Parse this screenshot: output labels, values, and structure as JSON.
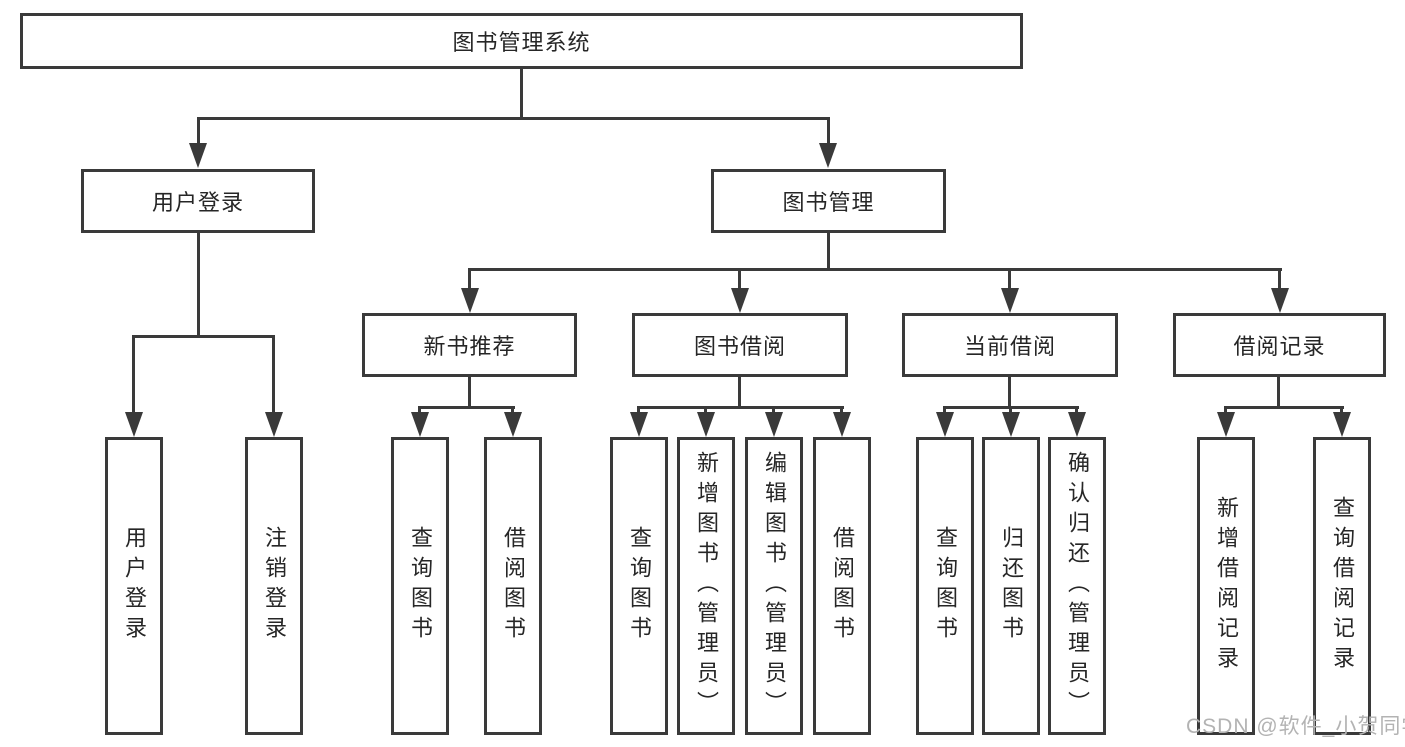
{
  "diagram_title": "图书管理系统",
  "colors": {
    "line": "#3a3a3a",
    "text": "#262626",
    "background": "#ffffff",
    "watermark": "#b3b3b3"
  },
  "tree": {
    "root": {
      "label": "图书管理系统",
      "children": [
        {
          "label": "用户登录",
          "children": [
            {
              "label": "用户登录"
            },
            {
              "label": "注销登录"
            }
          ]
        },
        {
          "label": "图书管理",
          "children": [
            {
              "label": "新书推荐",
              "children": [
                {
                  "label": "查询图书"
                },
                {
                  "label": "借阅图书"
                }
              ]
            },
            {
              "label": "图书借阅",
              "children": [
                {
                  "label": "查询图书"
                },
                {
                  "label": "新增图书（管理员）"
                },
                {
                  "label": "编辑图书（管理员）"
                },
                {
                  "label": "借阅图书"
                }
              ]
            },
            {
              "label": "当前借阅",
              "children": [
                {
                  "label": "查询图书"
                },
                {
                  "label": "归还图书"
                },
                {
                  "label": "确认归还（管理员）"
                }
              ]
            },
            {
              "label": "借阅记录",
              "children": [
                {
                  "label": "新增借阅记录"
                },
                {
                  "label": "查询借阅记录"
                }
              ]
            }
          ]
        }
      ]
    }
  },
  "watermark": {
    "text": "CSDN @软件_小贺同学"
  }
}
